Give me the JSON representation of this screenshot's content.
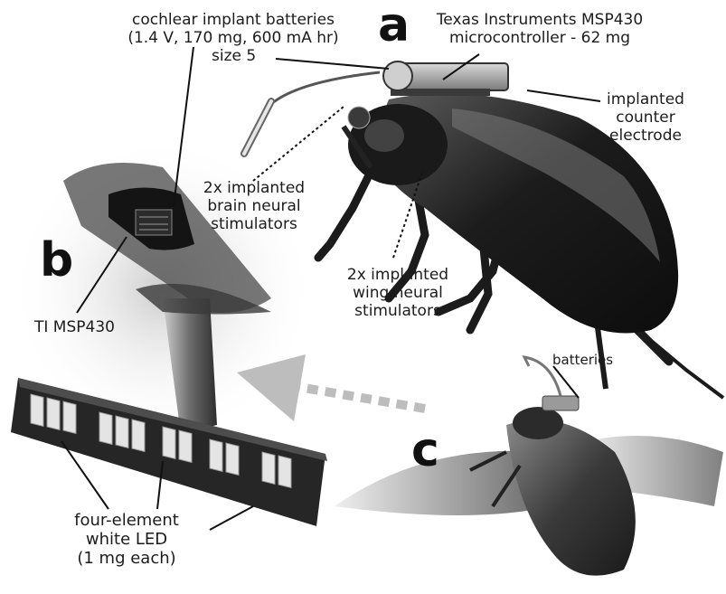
{
  "panel_letters": {
    "a": "a",
    "b": "b",
    "c": "c"
  },
  "labels": {
    "batteries_l1": "cochlear implant batteries",
    "batteries_l2": "(1.4 V, 170 mg, 600 mA hr)",
    "batteries_l3": "size 5",
    "mcu_l1": "Texas Instruments MSP430",
    "mcu_l2": "microcontroller - 62 mg",
    "counter_l1": "implanted",
    "counter_l2": "counter",
    "counter_l3": "electrode",
    "brain_l1": "2x implanted",
    "brain_l2": "brain neural",
    "brain_l3": "stimulators",
    "wing_l1": "2x implanted",
    "wing_l2": "wing neural",
    "wing_l3": "stimulators",
    "ti": "TI MSP430",
    "led_l1": "four-element",
    "led_l2": "white LED",
    "led_l3": "(1 mg each)",
    "c_batteries": "batteries"
  },
  "colors": {
    "arrow": "#bdbdbd",
    "beetle": "#1e1e1e",
    "beetle_highlight": "#6a6a6a",
    "board": "#2a2a2a",
    "led": "#e8e8e8"
  }
}
